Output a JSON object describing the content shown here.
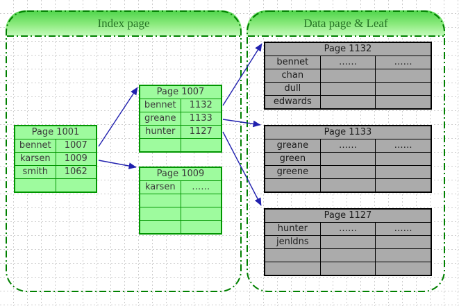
{
  "groups": [
    {
      "id": "index",
      "label": "Index page"
    },
    {
      "id": "data",
      "label": "Data page & Leaf"
    }
  ],
  "tables": [
    {
      "id": "page-1001",
      "title": "Page 1001",
      "group": "index",
      "rows": [
        [
          "bennet",
          "1007"
        ],
        [
          "karsen",
          "1009"
        ],
        [
          "smith",
          "1062"
        ],
        [
          "",
          ""
        ]
      ]
    },
    {
      "id": "page-1007",
      "title": "Page 1007",
      "group": "index",
      "rows": [
        [
          "bennet",
          "1132"
        ],
        [
          "greane",
          "1133"
        ],
        [
          "hunter",
          "1127"
        ],
        [
          "",
          ""
        ]
      ]
    },
    {
      "id": "page-1009",
      "title": "Page 1009",
      "group": "index",
      "rows": [
        [
          "karsen",
          "……"
        ],
        [
          "",
          ""
        ],
        [
          "",
          ""
        ],
        [
          "",
          ""
        ]
      ]
    },
    {
      "id": "page-1132",
      "title": "Page 1132",
      "group": "data",
      "rows": [
        [
          "bennet",
          "……",
          "……"
        ],
        [
          "chan",
          "",
          ""
        ],
        [
          "dull",
          "",
          ""
        ],
        [
          "edwards",
          "",
          ""
        ]
      ]
    },
    {
      "id": "page-1133",
      "title": "Page 1133",
      "group": "data",
      "rows": [
        [
          "greane",
          "……",
          "……"
        ],
        [
          "green",
          "",
          ""
        ],
        [
          "greene",
          "",
          ""
        ],
        [
          "",
          "",
          ""
        ]
      ]
    },
    {
      "id": "page-1127",
      "title": "Page 1127",
      "group": "data",
      "rows": [
        [
          "hunter",
          "……",
          "……"
        ],
        [
          "jenldns",
          "",
          ""
        ],
        [
          "",
          "",
          ""
        ],
        [
          "",
          "",
          ""
        ]
      ]
    }
  ],
  "arrows": [
    {
      "from": "page-1001:bennet=1007",
      "to": "page-1007"
    },
    {
      "from": "page-1001:karsen=1009",
      "to": "page-1009"
    },
    {
      "from": "page-1007:bennet=1132",
      "to": "page-1132"
    },
    {
      "from": "page-1007:greane=1133",
      "to": "page-1133"
    },
    {
      "from": "page-1007:hunter=1127",
      "to": "page-1127"
    }
  ],
  "colors": {
    "index_table_fill": "#9efb9e",
    "index_table_border": "#009600",
    "leaf_table_fill": "#ababab",
    "leaf_table_border": "#000000",
    "container_border": "#008000",
    "arrow": "#2121ae",
    "capsule_text": "#267326",
    "grid": "#cdcdcd"
  }
}
